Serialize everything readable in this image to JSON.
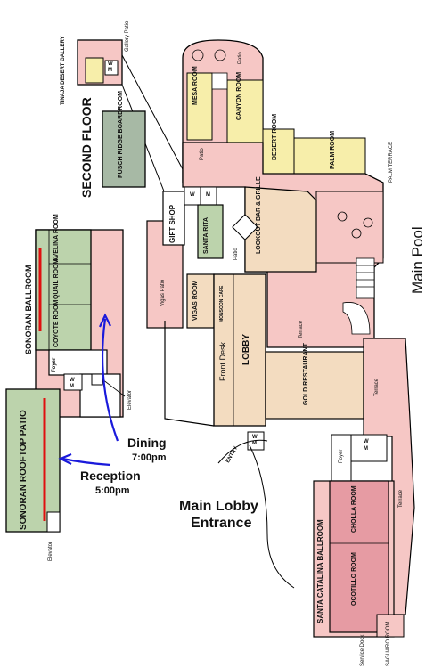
{
  "labels": {
    "second_floor": "SECOND FLOOR",
    "tinaja_gallery": "TINAJA DESERT GALLERY",
    "gallery_patio": "Gallery Patio",
    "pusch_ridge": "PUSCH RIDGE BOARDROOM",
    "sonoran_ballroom": "SONORAN BALLROOM",
    "avelina_room": "AVELINA ROOM",
    "quail_room": "QUAIL ROOM",
    "coyote_room": "COYOTE ROOM",
    "foyer_left": "Foyer",
    "elevator_top": "Elevator",
    "sonoran_rooftop_patio": "SONORAN ROOFTOP PATIO",
    "elevator_bottom": "Elevator",
    "dining_title": "Dining",
    "dining_time": "7:00pm",
    "reception_title": "Reception",
    "reception_time": "5:00pm",
    "main_lobby_entrance_1": "Main Lobby",
    "main_lobby_entrance_2": "Entrance",
    "entry": "ENTRY",
    "mesa_room": "MESA ROOM",
    "canyon_room": "CANYON ROOM",
    "patio_top": "Patio",
    "patio_mid": "Patio",
    "patio_lookout": "Patio",
    "desert_room": "DESERT ROOM",
    "palm_room": "PALM ROOM",
    "palm_terrace": "PALM TERRACE",
    "gift_shop": "GIFT SHOP",
    "santa_rita": "SANTA RITA",
    "lookout_bar": "LOOKOUT BAR & GRILLE",
    "vigas_patio": "Vigas Patio",
    "vigas_room": "VIGAS ROOM",
    "monsoon_cafe": "MONSOON CAFE",
    "front_desk": "Front Desk",
    "lobby": "LOBBY",
    "terrace_1": "Terrace",
    "terrace_2": "Terrace",
    "terrace_3": "Terrace",
    "gold_restaurant": "GOLD RESTAURANT",
    "main_pool": "Main Pool",
    "foyer_right": "Foyer",
    "santa_catalina_ballroom": "SANTA CATALINA BALLROOM",
    "cholla_room": "CHOLLA ROOM",
    "ocotillo_room": "OCOTILLO ROOM",
    "saguaro_room": "SAGUARO ROOM",
    "service_dock": "Service Dock",
    "restroom_w": "W",
    "restroom_m": "M"
  },
  "colors": {
    "pink_patio": "#f6c7c5",
    "tan_room": "#f3dcc0",
    "yellow_room": "#f7eeaa",
    "green_room": "#bcd3ac",
    "gray_green": "#a7b9a5",
    "rose_ballroom": "#e69ba3",
    "route_arrow": "#1a1adb",
    "highlight_bar": "#e01010"
  }
}
